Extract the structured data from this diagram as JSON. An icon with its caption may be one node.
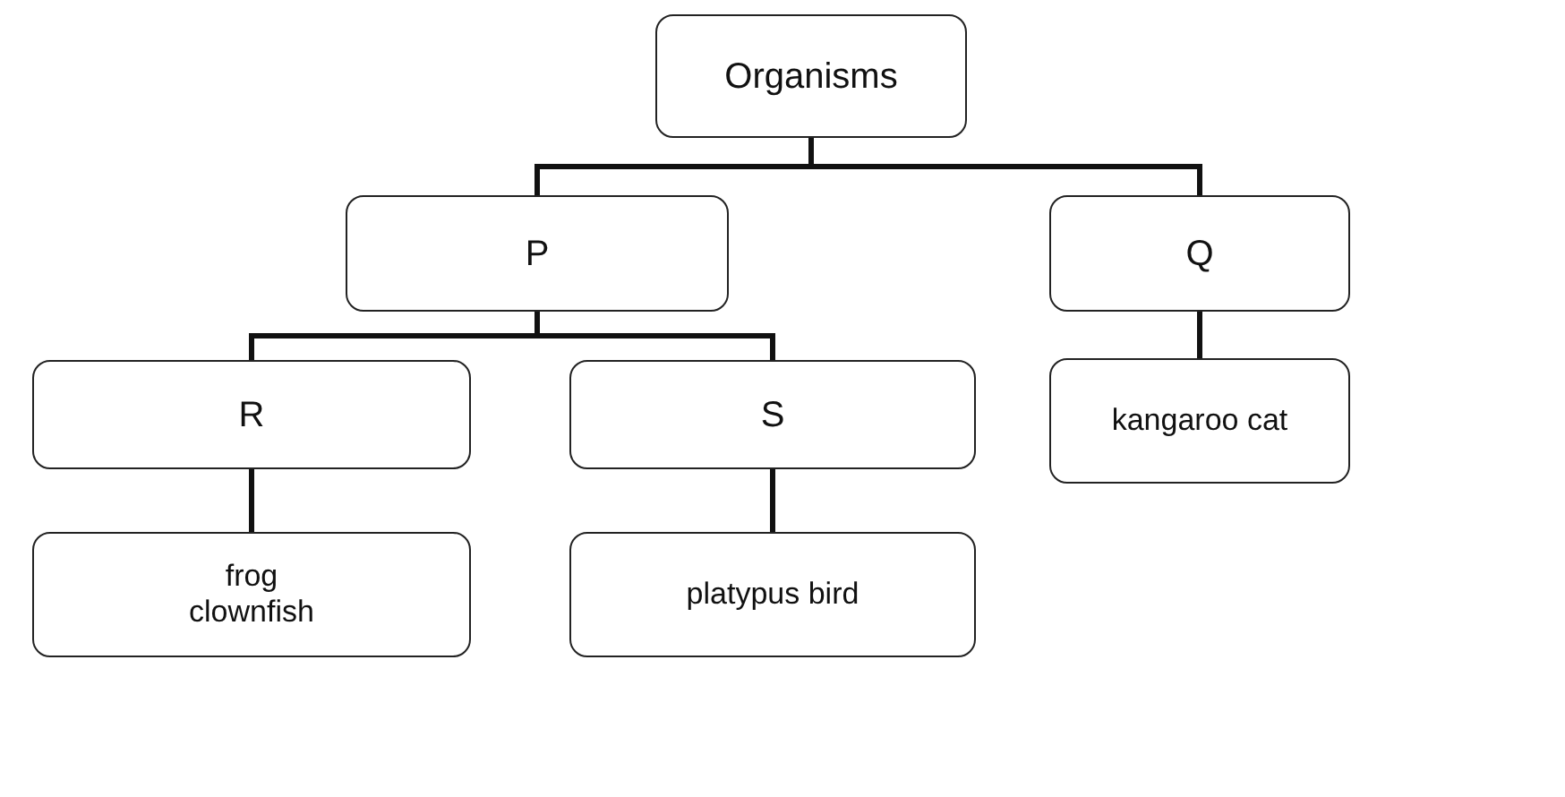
{
  "diagram": {
    "nodes": [
      {
        "text": [
          "Organisms"
        ]
      },
      {
        "text": [
          "P"
        ]
      },
      {
        "text": [
          "Q"
        ]
      },
      {
        "text": [
          "R"
        ]
      },
      {
        "text": [
          "S"
        ]
      },
      {
        "text": [
          "kangaroo cat"
        ]
      },
      {
        "text": [
          "frog clownfish"
        ]
      },
      {
        "text": [
          "platypus bird"
        ]
      }
    ],
    "edges": [
      {
        "from": 0,
        "to": 1,
        "arrow": "none"
      },
      {
        "from": 0,
        "to": 2,
        "arrow": "none"
      },
      {
        "from": 1,
        "to": 3,
        "arrow": "none"
      },
      {
        "from": 1,
        "to": 4,
        "arrow": "none"
      },
      {
        "from": 2,
        "to": 5,
        "arrow": "none"
      },
      {
        "from": 3,
        "to": 6,
        "arrow": "none"
      },
      {
        "from": 4,
        "to": 7,
        "arrow": "none"
      }
    ]
  }
}
